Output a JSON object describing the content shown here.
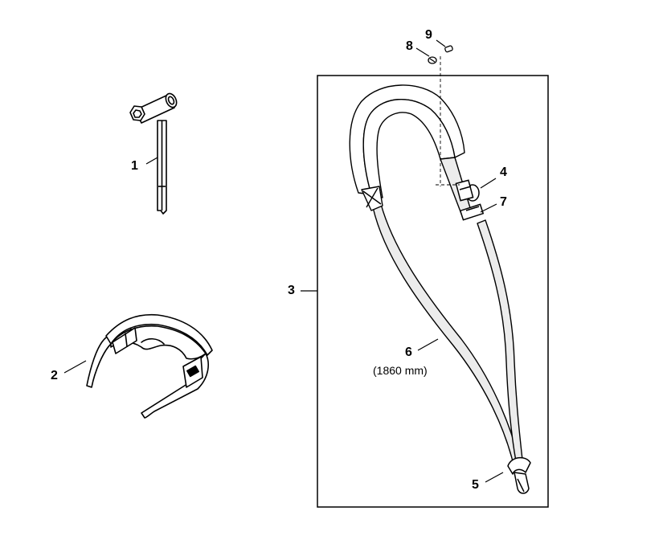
{
  "callouts": {
    "c1": "1",
    "c2": "2",
    "c3": "3",
    "c4": "4",
    "c5": "5",
    "c6": "6",
    "c7": "7",
    "c8": "8",
    "c9": "9"
  },
  "notes": {
    "strap_length": "(1860 mm)"
  },
  "parts": {
    "p1": "combination-wrench-icon",
    "p2": "safety-glasses-icon",
    "p3": "harness-kit-box",
    "p4": "carabiner-hook-icon",
    "p5": "swivel-hook-icon",
    "p6": "harness-strap-icon",
    "p7": "strap-buckle-icon",
    "p8": "screw-icon",
    "p9": "screw-icon"
  },
  "colors": {
    "line": "#000000",
    "background": "#ffffff",
    "webbing_fill": "#ececec"
  }
}
